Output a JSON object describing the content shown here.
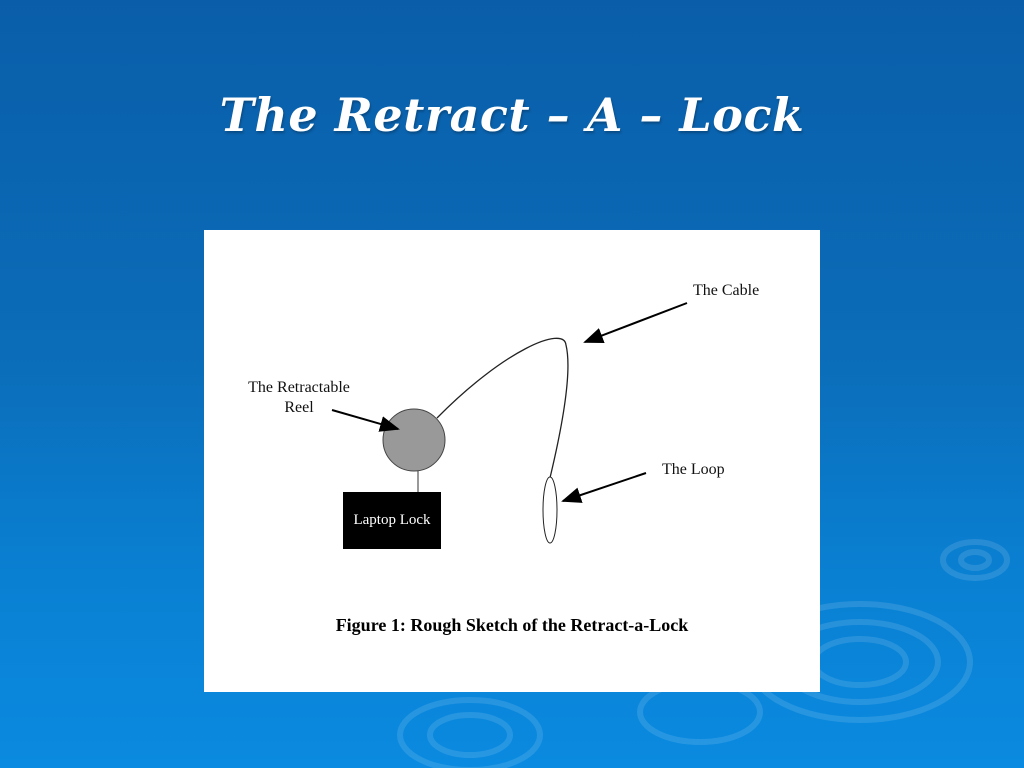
{
  "slide": {
    "title": "The Retract – A – Lock"
  },
  "figure": {
    "labels": {
      "cable": "The Cable",
      "reel": "The Retractable Reel",
      "loop": "The Loop",
      "laptop_lock": "Laptop Lock"
    },
    "caption": "Figure 1: Rough Sketch of the Retract-a-Lock"
  },
  "colors": {
    "background_top": "#0a5ea9",
    "background_bottom": "#0a8ae0",
    "reel_fill": "#999999",
    "lock_fill": "#000000"
  }
}
